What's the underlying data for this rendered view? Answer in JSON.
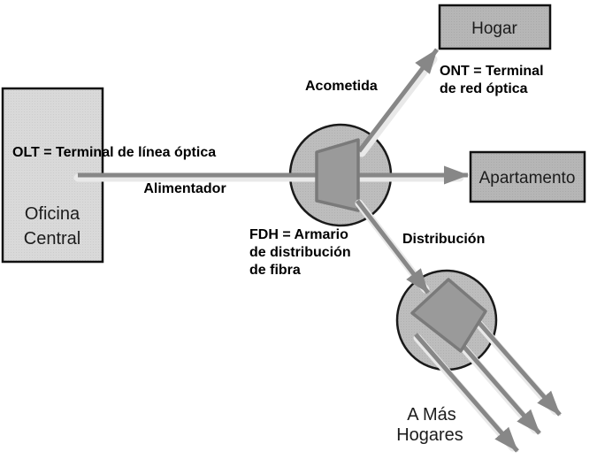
{
  "diagram": {
    "nodes": {
      "central_office": {
        "line1": "Oficina",
        "line2": "Central"
      },
      "home": {
        "label": "Hogar"
      },
      "apartment": {
        "label": "Apartamento"
      }
    },
    "labels": {
      "olt": "OLT = Terminal de línea óptica",
      "feeder": "Alimentador",
      "drop": "Acometida",
      "ont_line1": "ONT = Terminal",
      "ont_line2": "de red óptica",
      "fdh_line1": "FDH = Armario",
      "fdh_line2": "de distribución",
      "fdh_line3": "de fibra",
      "distribution": "Distribución",
      "more_homes_line1": "A Más",
      "more_homes_line2": "Hogares"
    }
  },
  "colors": {
    "background": "#ffffff",
    "box_fill": "#b6b6b6",
    "box_fill_light": "#d9d9d9",
    "box_border": "#111111",
    "circle_fill": "#bdbdbd",
    "circle_border": "#1a1a1a",
    "splitter_fill": "#9a9a9a",
    "splitter_border": "#7a7a7a",
    "arrow_color": "#878787",
    "arrow_halo": "#e9e9e9",
    "text_color": "#000000"
  }
}
